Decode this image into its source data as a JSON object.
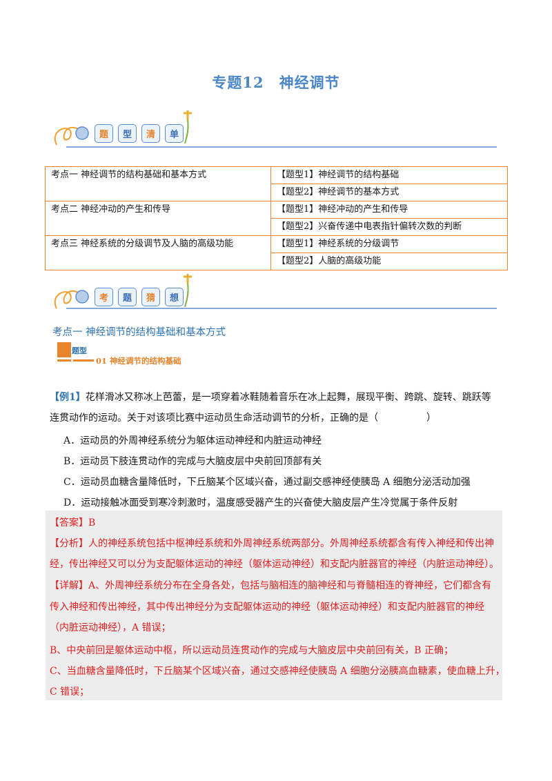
{
  "title": "专题12　神经调节",
  "banner1": [
    "题",
    "型",
    "清",
    "单"
  ],
  "banner2": [
    "考",
    "题",
    "猜",
    "想"
  ],
  "toc": [
    {
      "topic": "考点一  神经调节的结构基础和基本方式",
      "types": [
        "【题型1】神经调节的结构基础",
        "【题型2】神经调节的基本方式"
      ]
    },
    {
      "topic": "考点二  神经冲动的产生和传导",
      "types": [
        "【题型1】神经冲动的产生和传导",
        "【题型2】兴奋传递中电表指针偏转次数的判断"
      ]
    },
    {
      "topic": "考点三  神经系统的分级调节及人脑的高级功能",
      "types": [
        "【题型1】神经系统的分级调节",
        "【题型2】人脑的高级功能"
      ]
    }
  ],
  "section_head": "考点一  神经调节的结构基础和基本方式",
  "type_badge": {
    "label": "题型",
    "name": "01  神经调节的结构基础"
  },
  "question": {
    "tag": "【例1】",
    "line1": "花样滑冰又称冰上芭蕾，是一项穿着冰鞋随着音乐在冰上起舞，展现平衡、跨跳、旋转、跳跃等",
    "line2": "连贯动作的运动。关于对该项比赛中运动员生命活动调节的分析，正确的是（　　　　　）",
    "options": [
      "A．运动员的外周神经系统分为躯体运动神经和内脏运动神经",
      "B．运动员下肢连贯动作的完成与大脑皮层中央前回顶部有关",
      "C．运动员血糖含量降低时，下丘脑某个区域兴奋，通过副交感神经使胰岛 A 细胞分泌活动加强",
      "D．运动接触冰面受到寒冷刺激时，温度感受器产生的兴奋使大脑皮层产生冷觉属于条件反射"
    ]
  },
  "answer": {
    "answer_line": "【答案】B",
    "analysis": [
      "【分析】人的神经系统包括中枢神经系统和外周神经系统两部分。外周神经系统都含有传入神经和传出神",
      "经，传出神经又可以分为支配躯体运动的神经（躯体运动神经）和支配内脏器官的神经（内脏运动神经）。"
    ],
    "detail": [
      "【详解】A、外周神经系统分布在全身各处，包括与脑相连的脑神经和与脊髓相连的脊神经，它们都含有",
      "传入神经和传出神经，其中传出神经分为支配躯体运动的神经（躯体运动神经）和支配内脏器官的神经",
      "（内脏运动神经），A 错误；",
      "B、中央前回是躯体运动中枢，所以运动员连贯动作的完成与大脑皮层中央前回有关，B 正确；",
      "C、当血糖含量降低时，下丘脑某个区域兴奋，通过交感神经使胰岛 A 细胞分泌胰高血糖素，使血糖上升，",
      "C 错误；"
    ]
  },
  "colors": {
    "blue": "#4a86c8",
    "orange": "#e8842c",
    "red": "#e02020",
    "grey": "#ececec"
  }
}
